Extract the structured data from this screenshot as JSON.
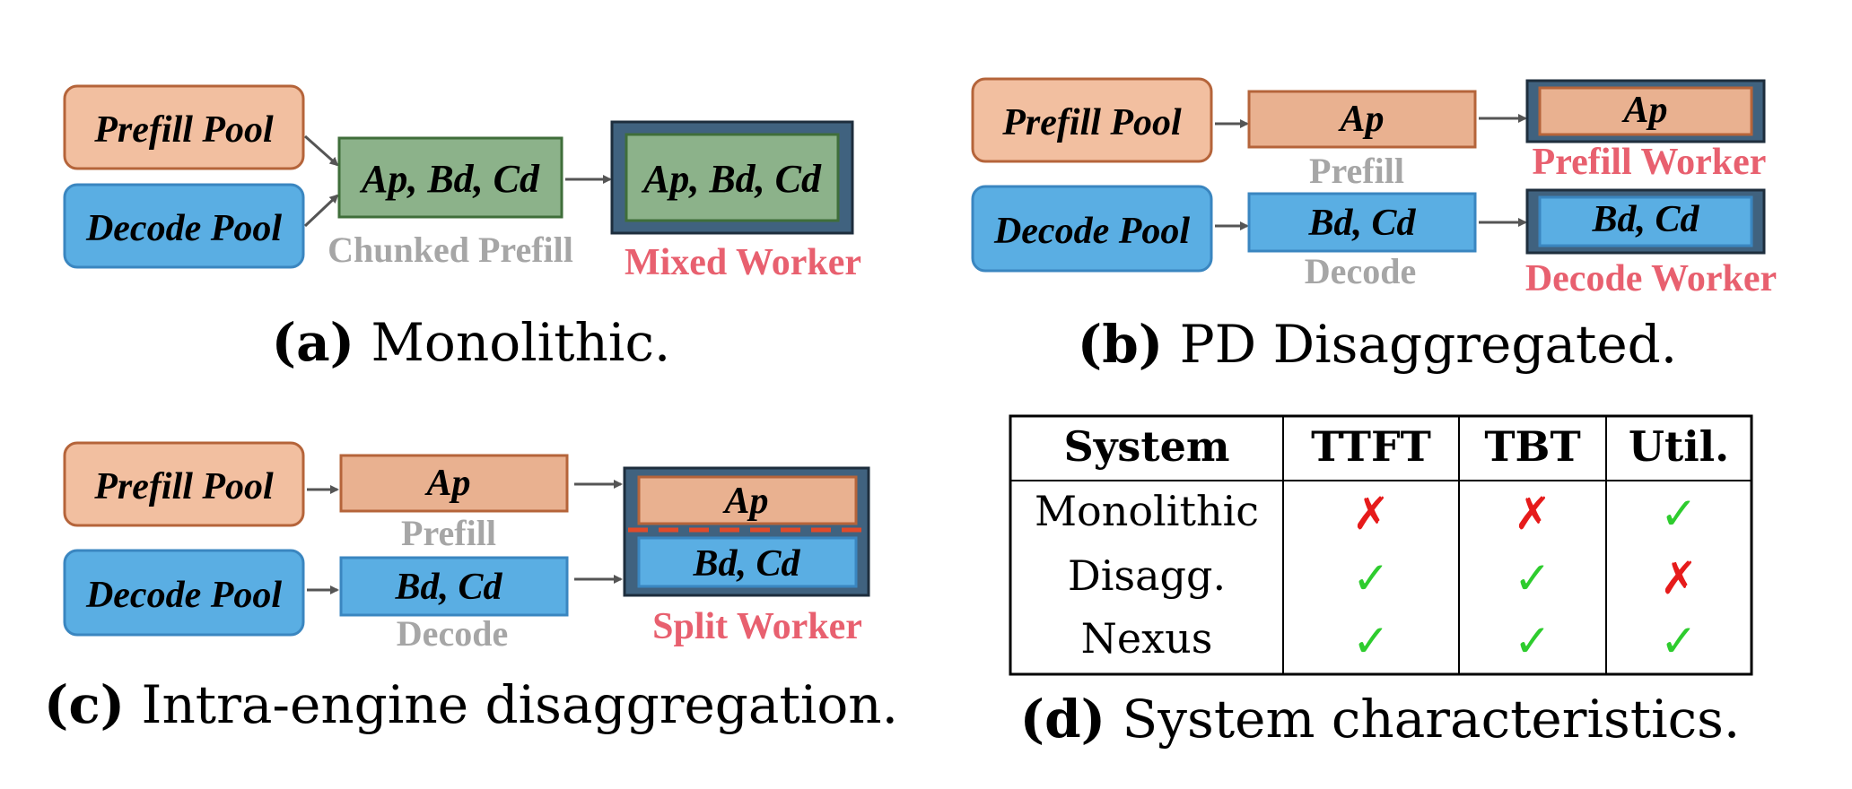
{
  "colors": {
    "prefill_fill": "#f2bfa0",
    "prefill_stroke": "#b5643a",
    "prefill_task_fill": "#e9b190",
    "decode_fill": "#5aaee3",
    "decode_stroke": "#3a86c0",
    "chunk_fill": "#8cb28a",
    "chunk_stroke": "#3f6e3a",
    "worker_frame": "#40627f",
    "worker_frame_stroke": "#1e2e3d",
    "grey_text": "#a6a6a6",
    "red_text": "#e8606f",
    "split_line": "#e04a2a",
    "check": "#2ecc2e",
    "cross": "#e61b1b"
  },
  "panel_a": {
    "prefill_pool": "Prefill Pool",
    "decode_pool": "Decode Pool",
    "chunk_box": "Ap, Bd, Cd",
    "chunk_label": "Chunked Prefill",
    "worker_box": "Ap, Bd, Cd",
    "worker_label": "Mixed Worker",
    "caption_letter": "(a)",
    "caption_text": " Monolithic."
  },
  "panel_b": {
    "prefill_pool": "Prefill Pool",
    "decode_pool": "Decode Pool",
    "prefill_box": "Ap",
    "prefill_label": "Prefill",
    "decode_box": "Bd, Cd",
    "decode_label": "Decode",
    "prefill_worker_box": "Ap",
    "prefill_worker_label": "Prefill Worker",
    "decode_worker_box": "Bd, Cd",
    "decode_worker_label": "Decode Worker",
    "caption_letter": "(b)",
    "caption_text": " PD Disaggregated."
  },
  "panel_c": {
    "prefill_pool": "Prefill Pool",
    "decode_pool": "Decode Pool",
    "prefill_box": "Ap",
    "prefill_label": "Prefill",
    "decode_box": "Bd, Cd",
    "decode_label": "Decode",
    "worker_top": "Ap",
    "worker_bottom": "Bd, Cd",
    "worker_label": "Split Worker",
    "caption_letter": "(c)",
    "caption_text": " Intra-engine disaggregation."
  },
  "panel_d": {
    "headers": [
      "System",
      "TTFT",
      "TBT",
      "Util."
    ],
    "rows": [
      {
        "system": "Monolithic",
        "ttft": "✗",
        "tbt": "✗",
        "util": "✓"
      },
      {
        "system": "Disagg.",
        "ttft": "✓",
        "tbt": "✓",
        "util": "✗"
      },
      {
        "system": "Nexus",
        "ttft": "✓",
        "tbt": "✓",
        "util": "✓"
      }
    ],
    "caption_letter": "(d)",
    "caption_text": " System characteristics."
  }
}
